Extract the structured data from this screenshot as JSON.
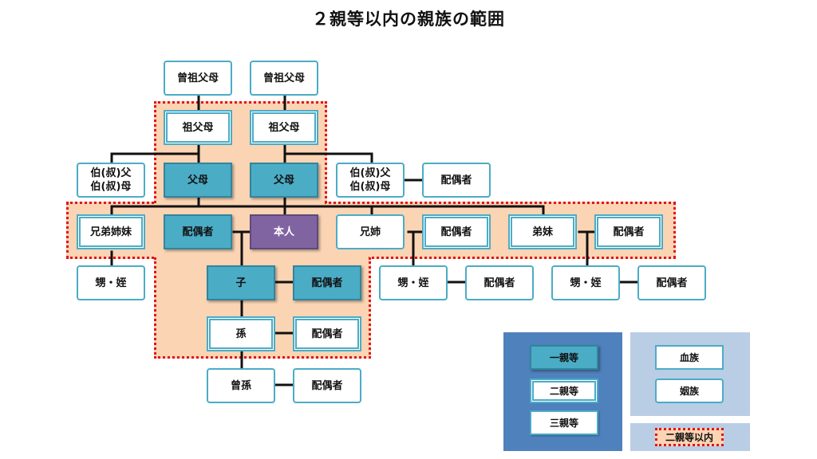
{
  "title": "２親等以内の親族の範囲",
  "nodes": {
    "great_grandparents_left": "曾祖父母",
    "great_grandparents_right": "曾祖父母",
    "grandparents_left": "祖父母",
    "grandparents_right": "祖父母",
    "uncle_aunt_left_1": "伯(叔)父",
    "uncle_aunt_left_2": "伯(叔)母",
    "parents_left": "父母",
    "parents_right": "父母",
    "uncle_aunt_right_1": "伯(叔)父",
    "uncle_aunt_right_2": "伯(叔)母",
    "uncle_aunt_right_spouse": "配偶者",
    "siblings_left": "兄弟姉妹",
    "spouse_self": "配偶者",
    "self": "本人",
    "older_siblings": "兄姉",
    "older_siblings_spouse": "配偶者",
    "younger_siblings": "弟妹",
    "younger_siblings_spouse": "配偶者",
    "nephew_niece_left": "甥・姪",
    "child": "子",
    "child_spouse": "配偶者",
    "nephew_niece_mid": "甥・姪",
    "nephew_niece_mid_spouse": "配偶者",
    "nephew_niece_right": "甥・姪",
    "nephew_niece_right_spouse": "配偶者",
    "grandchild": "孫",
    "grandchild_spouse": "配偶者",
    "great_grandchild": "曾孫",
    "great_grandchild_spouse": "配偶者"
  },
  "legend": {
    "degree1": "一親等",
    "degree2": "二親等",
    "degree3": "三親等",
    "blood": "血族",
    "in_law": "姻族",
    "within2": "二親等以内"
  },
  "colors": {
    "first_degree": "#4bacc6",
    "self": "#8064a2",
    "zone": "#fbd4b4",
    "zone_border": "#e0141c",
    "legend_dark": "#4f81bd",
    "legend_light": "#b9cde5"
  }
}
